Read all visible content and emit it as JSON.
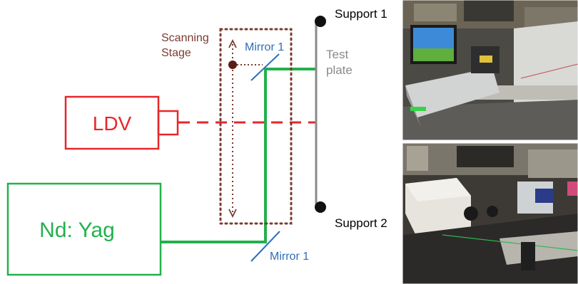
{
  "labels": {
    "support_top": "Support 1",
    "support_bottom": "Support 2",
    "scanning_line1": "Scanning",
    "scanning_line2": "Stage",
    "mirror_top": "Mirror 1",
    "mirror_bottom": "Mirror 1",
    "test_line1": "Test",
    "test_line2": "plate",
    "ldv": "LDV",
    "laser": "Nd: Yag"
  },
  "colors": {
    "ldv_red": "#e8262a",
    "laser_green": "#22b14c",
    "mirror_blue": "#2f6fb5",
    "stage_brown": "#7a3b2e",
    "plate_gray": "#8a8a8a"
  },
  "icons": {
    "support_pin": "filled-black-dot",
    "stage_arrow": "double-headed-vertical-arrow"
  }
}
